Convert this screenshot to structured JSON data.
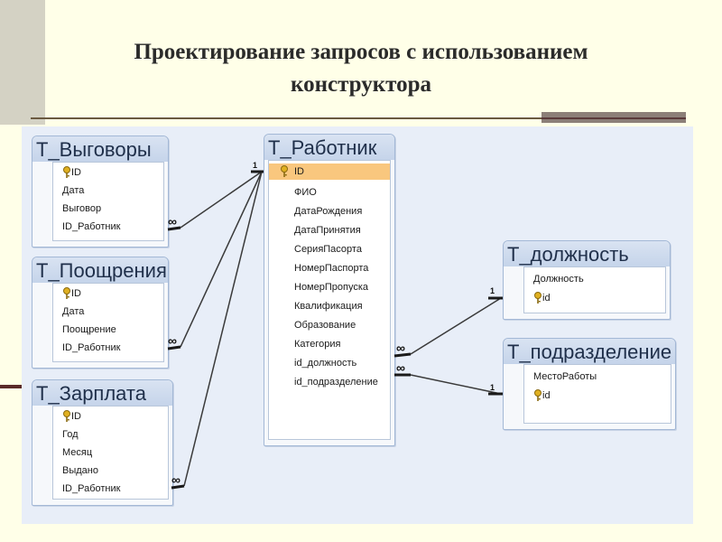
{
  "title": {
    "line1": "Проектирование запросов с использованием",
    "line2": "конструктора"
  },
  "tables": {
    "vygovory": {
      "name": "Т_Выговоры",
      "fields": [
        "ID",
        "Дата",
        "Выговор",
        "ID_Работник"
      ]
    },
    "pooshchreniya": {
      "name": "Т_Поощрения",
      "fields": [
        "ID",
        "Дата",
        "Поощрение",
        "ID_Работник"
      ]
    },
    "zarplata": {
      "name": "Т_Зарплата",
      "fields": [
        "ID",
        "Год",
        "Месяц",
        "Выдано",
        "ID_Работник"
      ]
    },
    "rabotnik": {
      "name": "Т_Работник",
      "fields": [
        "ID",
        "ФИО",
        "ДатаРождения",
        "ДатаПринятия",
        "СерияПасорта",
        "НомерПаспорта",
        "НомерПропуска",
        "Квалификация",
        "Образование",
        "Категория",
        "id_должность",
        "id_подразделение"
      ]
    },
    "dolzhnost": {
      "name": "Т_должность",
      "fields": [
        "Должность",
        "id"
      ]
    },
    "podrazdelenie": {
      "name": "Т_подразделение",
      "fields": [
        "МестоРаботы",
        "id"
      ]
    }
  },
  "relations": {
    "one_label": "1",
    "many_label": "∞"
  },
  "colors": {
    "selected_row": "#f9c77e",
    "header": "#c5d4ea",
    "canvas": "#e8eef8"
  },
  "icons": {
    "primary_key": "key-icon"
  }
}
